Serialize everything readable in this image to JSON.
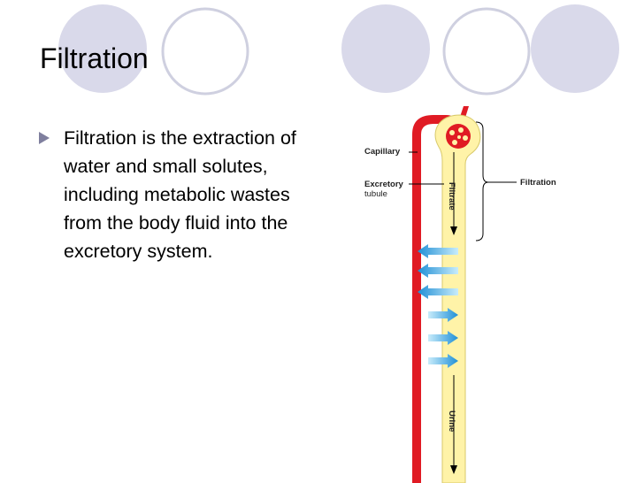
{
  "slide": {
    "title": "Filtration",
    "bullet": "Filtration is the extraction of water and small solutes, including metabolic wastes from the body fluid into the excretory system."
  },
  "diagram": {
    "capillary_label": "Capillary",
    "excretory_label_line1": "Excretory",
    "excretory_label_line2": "tubule",
    "filtration_label": "Filtration",
    "filtrate_label": "Filtrate",
    "urine_label": "Urine"
  },
  "colors": {
    "capillary_red": "#e01b24",
    "tubule_yellow": "#fff3a8",
    "arrow_blue": "#3aa0dc",
    "bullet": "#7f7f9e",
    "circle_filled": "#d9d9ea",
    "circle_outline": "#cfd0e0"
  }
}
